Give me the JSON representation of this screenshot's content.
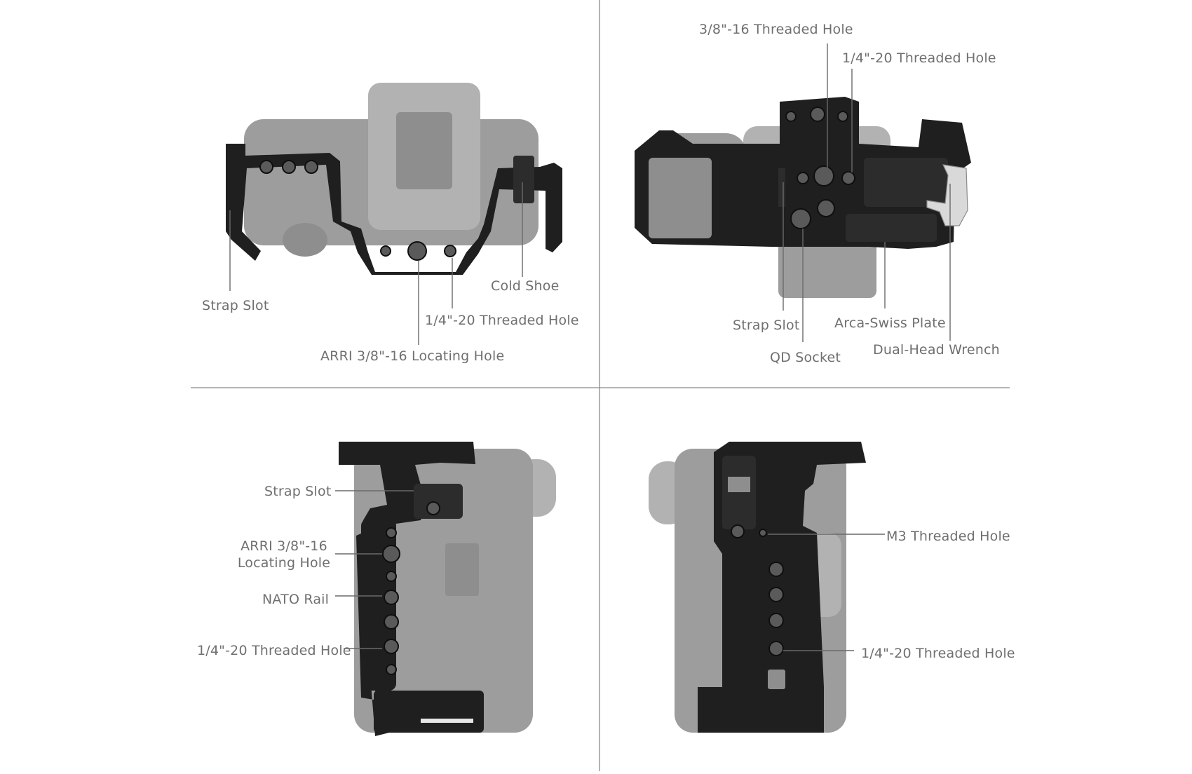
{
  "panels": {
    "top_view": {
      "labels": {
        "strap_slot": "Strap Slot",
        "cold_shoe": "Cold Shoe",
        "threaded_hole_quarter": "1/4\"-20 Threaded Hole",
        "arri_locating_hole": "ARRI 3/8\"-16 Locating Hole"
      }
    },
    "bottom_view": {
      "labels": {
        "threaded_hole_three_eighths": "3/8\"-16 Threaded Hole",
        "threaded_hole_quarter": "1/4\"-20 Threaded Hole",
        "strap_slot": "Strap Slot",
        "qd_socket": "QD Socket",
        "arca_swiss_plate": "Arca-Swiss Plate",
        "dual_head_wrench": "Dual-Head Wrench"
      }
    },
    "left_side_view": {
      "labels": {
        "strap_slot": "Strap Slot",
        "arri_locating_hole_line1": "ARRI 3/8\"-16",
        "arri_locating_hole_line2": "Locating Hole",
        "nato_rail": "NATO Rail",
        "threaded_hole_quarter": "1/4\"-20 Threaded Hole"
      }
    },
    "right_side_view": {
      "labels": {
        "m3_threaded_hole": "M3 Threaded Hole",
        "threaded_hole_quarter": "1/4\"-20 Threaded Hole"
      }
    }
  },
  "colors": {
    "background": "#ffffff",
    "cage": "#1f1f1f",
    "camera_body": "#9d9d9d",
    "label_text": "#6f6f6f",
    "divider": "#8a8a8a"
  }
}
